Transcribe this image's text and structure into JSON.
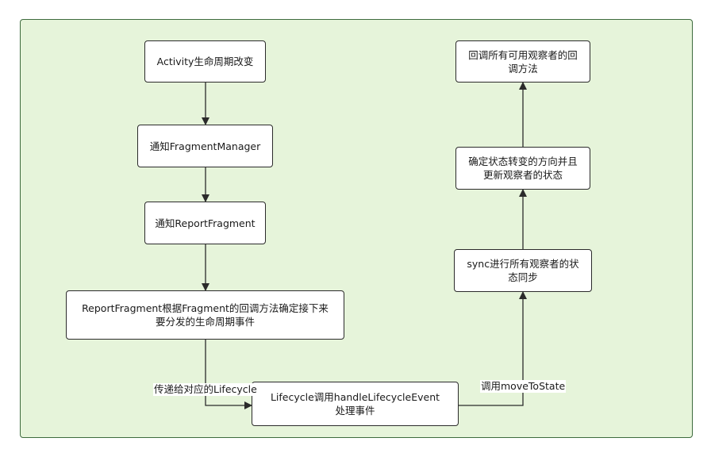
{
  "nodes": {
    "activity_change": "Activity生命周期改变",
    "notify_fragment_manager": "通知FragmentManager",
    "notify_report_fragment": "通知ReportFragment",
    "report_fragment_decide_line1": "ReportFragment根据Fragment的回调方法确定接下来",
    "report_fragment_decide_line2": "要分发的生命周期事件",
    "lifecycle_handle_line1": "Lifecycle调用handleLifecycleEvent",
    "lifecycle_handle_line2": "处理事件",
    "sync_observers_line1": "sync进行所有观察者的状",
    "sync_observers_line2": "态同步",
    "determine_state_line1": "确定状态转变的方向并且",
    "determine_state_line2": "更新观察者的状态",
    "callback_observers_line1": "回调所有可用观察者的回",
    "callback_observers_line2": "调方法"
  },
  "edge_labels": {
    "pass_to_lifecycle": "传递给对应的Lifecycle",
    "call_move_to_state": "调用moveToState"
  },
  "colors": {
    "canvas_fill": "#e6f4da",
    "canvas_border": "#3d6b3d",
    "node_fill": "#ffffff",
    "stroke": "#2b2b2b"
  }
}
